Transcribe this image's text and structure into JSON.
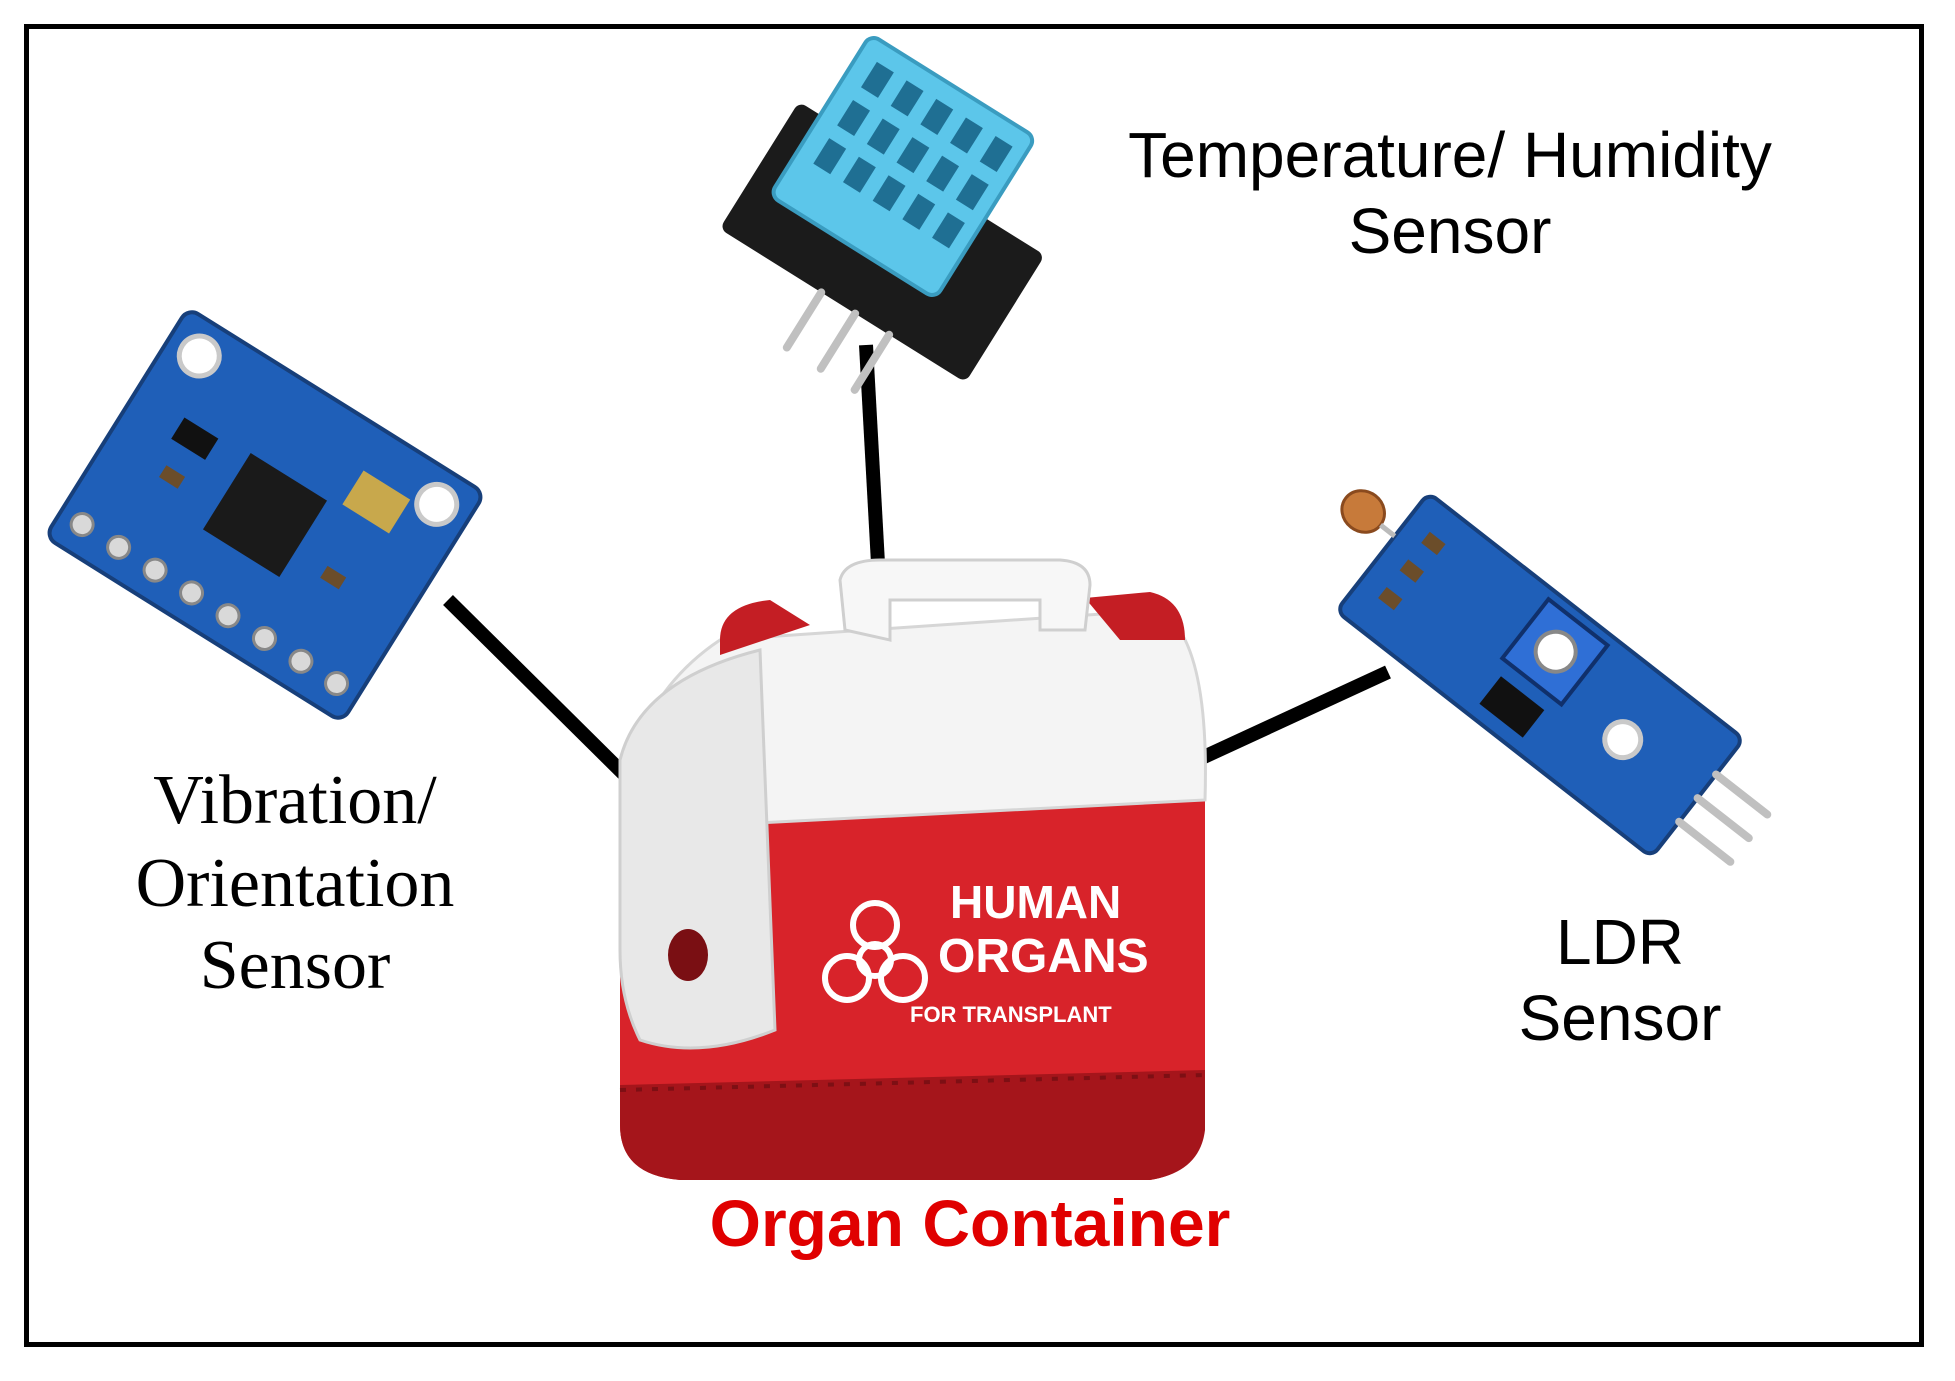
{
  "labels": {
    "vibration_sensor": [
      "Vibration/",
      "Orientation",
      "Sensor"
    ],
    "temperature_sensor": [
      "Temperature/ Humidity",
      "Sensor"
    ],
    "ldr_sensor": [
      "LDR",
      "Sensor"
    ],
    "container": "Organ Container"
  },
  "container_print": {
    "line1": "HUMAN",
    "line2": "ORGANS",
    "line3": "FOR TRANSPLANT"
  },
  "colors": {
    "label_text": "#000000",
    "container_label": "#e00000",
    "container_red": "#d8232a",
    "board_blue": "#1f5fb8",
    "dht_blue": "#5cc6ea"
  }
}
